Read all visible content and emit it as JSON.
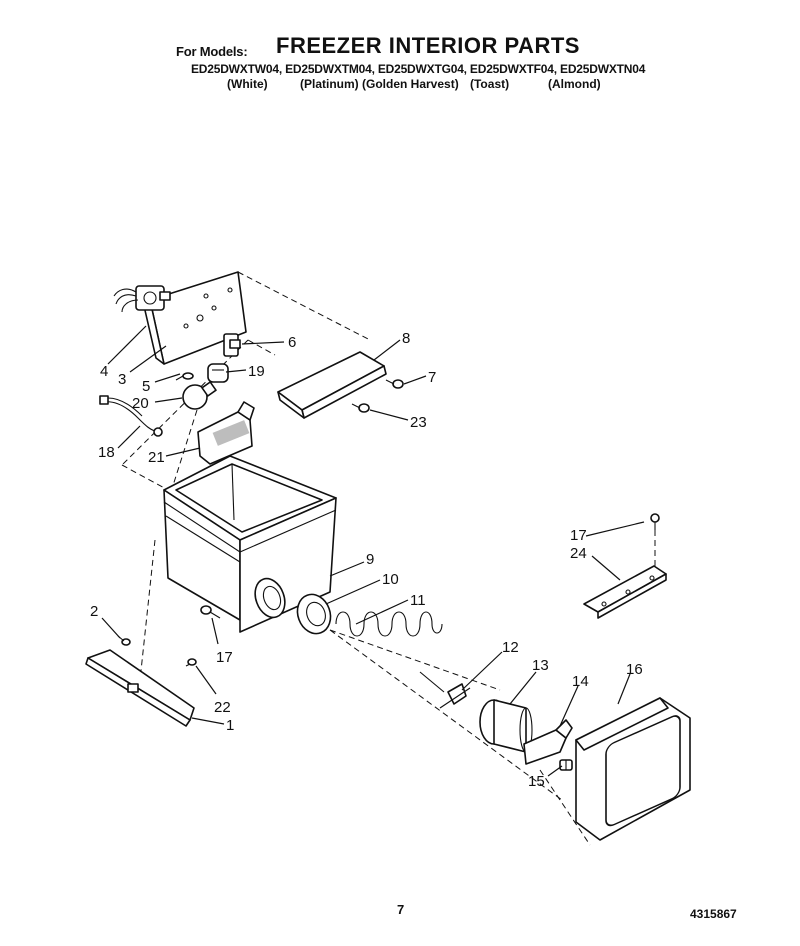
{
  "header": {
    "for_models_label": "For Models:",
    "title": "FREEZER INTERIOR PARTS",
    "models_line": "ED25DWXTW04, ED25DWXTM04, ED25DWXTG04, ED25DWXTF04, ED25DWXTN04",
    "colors": [
      "(White)",
      "(Platinum)",
      "(Golden Harvest)",
      "(Toast)",
      "(Almond)"
    ]
  },
  "callouts": {
    "c1": "1",
    "c2": "2",
    "c3": "3",
    "c4": "4",
    "c5": "5",
    "c6": "6",
    "c7": "7",
    "c8": "8",
    "c9": "9",
    "c10": "10",
    "c11": "11",
    "c12": "12",
    "c13": "13",
    "c14": "14",
    "c15": "15",
    "c16": "16",
    "c17a": "17",
    "c17b": "17",
    "c18": "18",
    "c19": "19",
    "c20": "20",
    "c21": "21",
    "c22": "22",
    "c23": "23",
    "c24": "24"
  },
  "footer": {
    "page_number": "7",
    "document_number": "4315867"
  }
}
